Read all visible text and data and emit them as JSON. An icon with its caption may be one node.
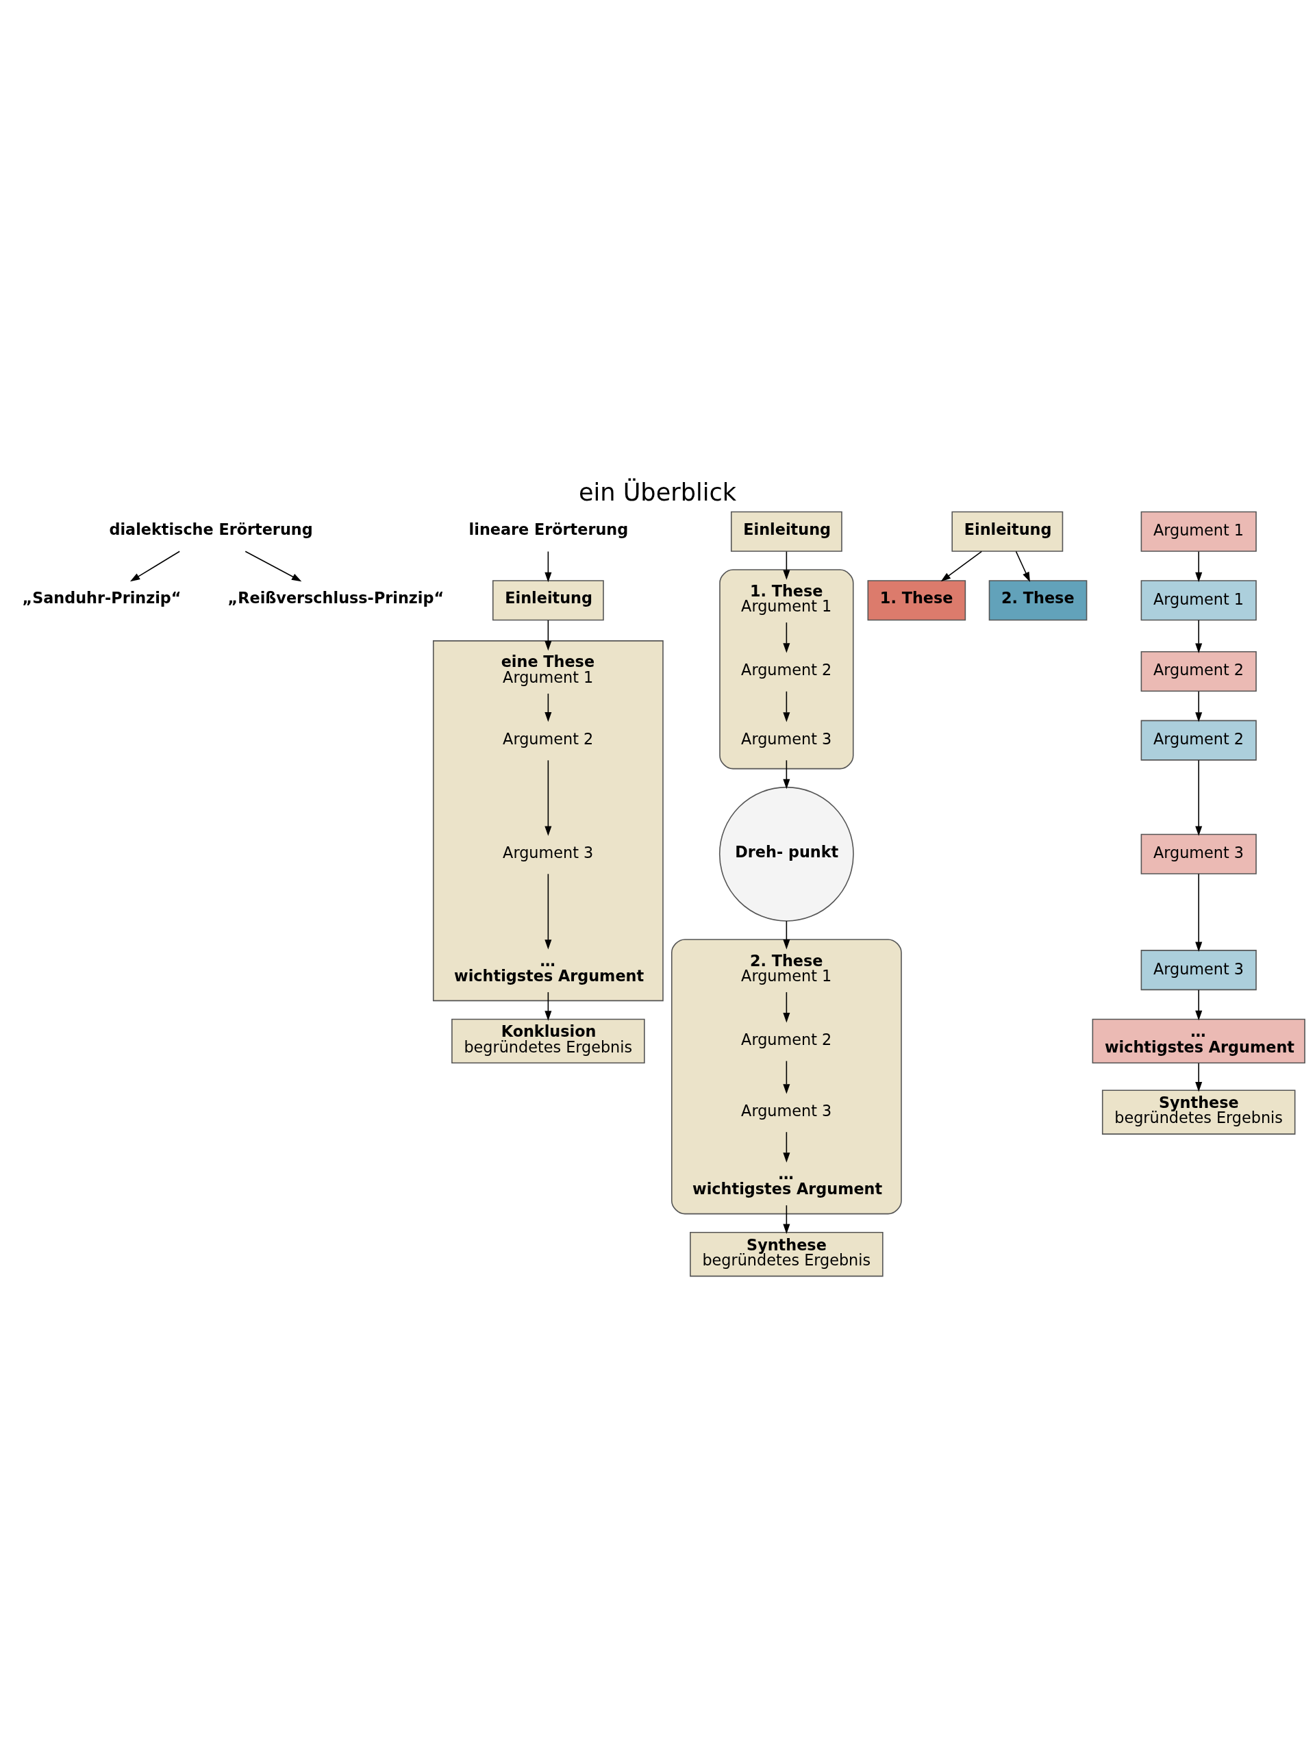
{
  "diagram": {
    "title": "ein Überblick",
    "nodes": [
      {
        "text": [
          "dialektische Erörterung"
        ]
      },
      {
        "text": [
          "„Sanduhr-Prinzip“"
        ]
      },
      {
        "text": [
          "„Reißverschluss-Prinzip“"
        ]
      },
      {
        "text": [
          "lineare Erörterung"
        ]
      },
      {
        "text": [
          "Einleitung"
        ]
      },
      {
        "text": [],
        "shape": "bowl"
      },
      {
        "text": [
          "1. These",
          "Argument 1"
        ],
        "in": 5
      },
      {
        "text": [
          "Argument 2"
        ],
        "in": 5
      },
      {
        "text": [
          "Argument 3"
        ],
        "in": 5
      },
      {
        "text": [
          "Dreh- punkt"
        ]
      },
      {
        "text": [],
        "shape": "bowl"
      },
      {
        "text": [
          "2. These",
          "Argument 1"
        ],
        "in": 10
      },
      {
        "text": [
          "Argument 2"
        ],
        "in": 10
      },
      {
        "text": [
          "Argument 3"
        ],
        "in": 10
      },
      {
        "text": [
          "…",
          "wichtigstes Argument"
        ],
        "in": 10
      },
      {
        "text": [
          "Synthese",
          "begründetes Ergebnis"
        ]
      },
      {
        "text": [
          "Einleitung"
        ]
      },
      {
        "text": [
          "1. These"
        ]
      },
      {
        "text": [
          "2. These"
        ]
      },
      {
        "text": [
          "Argument 1"
        ]
      },
      {
        "text": [
          "Argument 1"
        ]
      },
      {
        "text": [
          "Argument 2"
        ]
      },
      {
        "text": [
          "Argument 2"
        ]
      },
      {
        "text": [
          "Argument 3"
        ]
      },
      {
        "text": [
          "Argument 3"
        ]
      },
      {
        "text": [
          "…",
          "wichtigstes Argument"
        ]
      },
      {
        "text": [
          "Synthese",
          "begründetes Ergebnis"
        ]
      },
      {
        "text": [
          "Einleitung"
        ]
      },
      {
        "text": [],
        "shape": "box"
      },
      {
        "text": [
          "eine These",
          "Argument 1"
        ],
        "in": 28
      },
      {
        "text": [
          "Argument 2"
        ],
        "in": 28
      },
      {
        "text": [
          "Argument 3"
        ],
        "in": 28
      },
      {
        "text": [
          "…",
          "wichtigstes Argument"
        ],
        "in": 28
      },
      {
        "text": [
          "Konklusion",
          "begründetes Ergebnis"
        ]
      }
    ],
    "edges": [
      {
        "from": 0,
        "to": 1,
        "arrow": "to"
      },
      {
        "from": 0,
        "to": 2,
        "arrow": "to"
      },
      {
        "from": 3,
        "to": 27,
        "arrow": "to"
      },
      {
        "from": 4,
        "to": 6,
        "arrow": "to"
      },
      {
        "from": 6,
        "to": 7,
        "arrow": "to"
      },
      {
        "from": 7,
        "to": 8,
        "arrow": "to"
      },
      {
        "from": 8,
        "to": 9,
        "arrow": "to"
      },
      {
        "from": 9,
        "to": 11,
        "arrow": "to"
      },
      {
        "from": 11,
        "to": 12,
        "arrow": "to"
      },
      {
        "from": 12,
        "to": 13,
        "arrow": "to"
      },
      {
        "from": 13,
        "to": 14,
        "arrow": "to"
      },
      {
        "from": 14,
        "to": 15,
        "arrow": "to"
      },
      {
        "from": 16,
        "to": 17,
        "arrow": "to"
      },
      {
        "from": 16,
        "to": 18,
        "arrow": "to"
      },
      {
        "from": 19,
        "to": 20,
        "arrow": "to"
      },
      {
        "from": 20,
        "to": 21,
        "arrow": "to"
      },
      {
        "from": 21,
        "to": 22,
        "arrow": "to"
      },
      {
        "from": 22,
        "to": 23,
        "arrow": "to"
      },
      {
        "from": 23,
        "to": 24,
        "arrow": "to"
      },
      {
        "from": 24,
        "to": 25,
        "arrow": "to"
      },
      {
        "from": 25,
        "to": 26,
        "arrow": "to"
      },
      {
        "from": 27,
        "to": 29,
        "arrow": "to"
      },
      {
        "from": 29,
        "to": 30,
        "arrow": "to"
      },
      {
        "from": 30,
        "to": 31,
        "arrow": "to"
      },
      {
        "from": 31,
        "to": 32,
        "arrow": "to"
      },
      {
        "from": 32,
        "to": 33,
        "arrow": "to"
      }
    ]
  }
}
